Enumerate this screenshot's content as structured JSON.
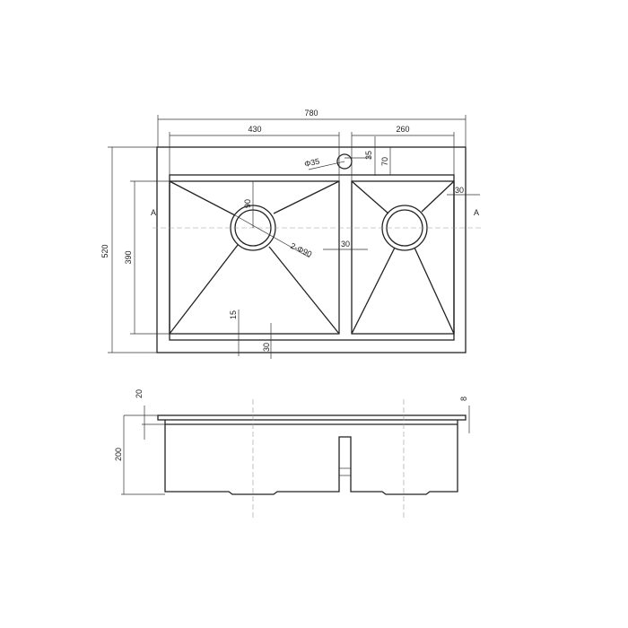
{
  "dimensions": {
    "overall_width": "780",
    "left_bowl_width": "430",
    "right_bowl_width": "260",
    "overall_depth": "520",
    "bowl_depth": "390",
    "tap_hole": "Φ35",
    "tap_offset": "35",
    "tap_edge": "70",
    "drain_offset": "90",
    "drains": "2-Φ90",
    "divider": "30",
    "right_margin": "30",
    "bottom_offset": "15",
    "bottom_margin": "30",
    "section_left": "A",
    "section_right": "A",
    "flange_height": "20",
    "bowl_height": "200",
    "flange_thickness": "8"
  }
}
